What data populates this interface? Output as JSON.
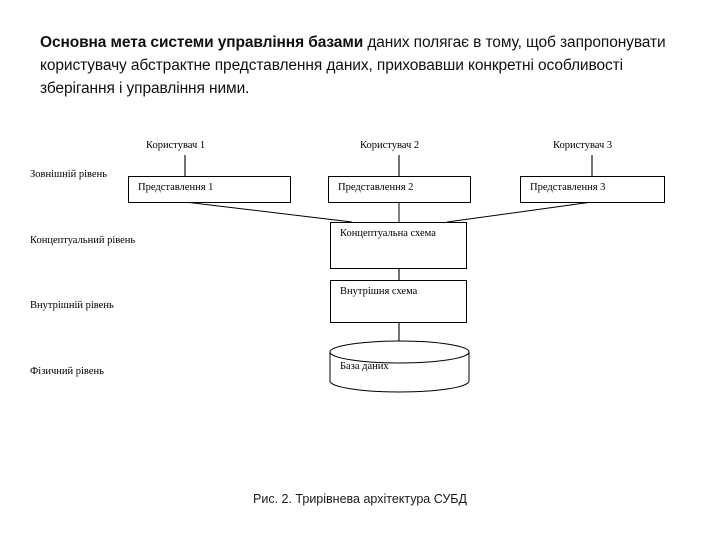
{
  "page": {
    "background_color": "#ffffff",
    "line_color": "#000000",
    "text_color": "#000000"
  },
  "heading": {
    "bold_part": "Основна мета системи управління базами",
    "rest_part": " даних полягає в тому, щоб запропонувати користувачу абстрактне представлення даних, приховавши конкретні особливості зберігання і управління ними."
  },
  "diagram": {
    "users": [
      {
        "label": "Користувач 1"
      },
      {
        "label": "Користувач 2"
      },
      {
        "label": "Користувач 3"
      }
    ],
    "levels": [
      {
        "label": "Зовнішній рівень"
      },
      {
        "label": "Концептуальний рівень"
      },
      {
        "label": "Внутрішній рівень"
      },
      {
        "label": "Фізичний рівень"
      }
    ],
    "views": [
      {
        "label": "Представлення 1"
      },
      {
        "label": "Представлення 2"
      },
      {
        "label": "Представлення 3"
      }
    ],
    "conceptual_schema": {
      "label": "Концептуальна схема"
    },
    "internal_schema": {
      "label": "Внутрішня схема"
    },
    "database": {
      "label": "База даних"
    }
  },
  "caption": {
    "text": "Рис. 2. Трирівнева архітектура СУБД"
  }
}
